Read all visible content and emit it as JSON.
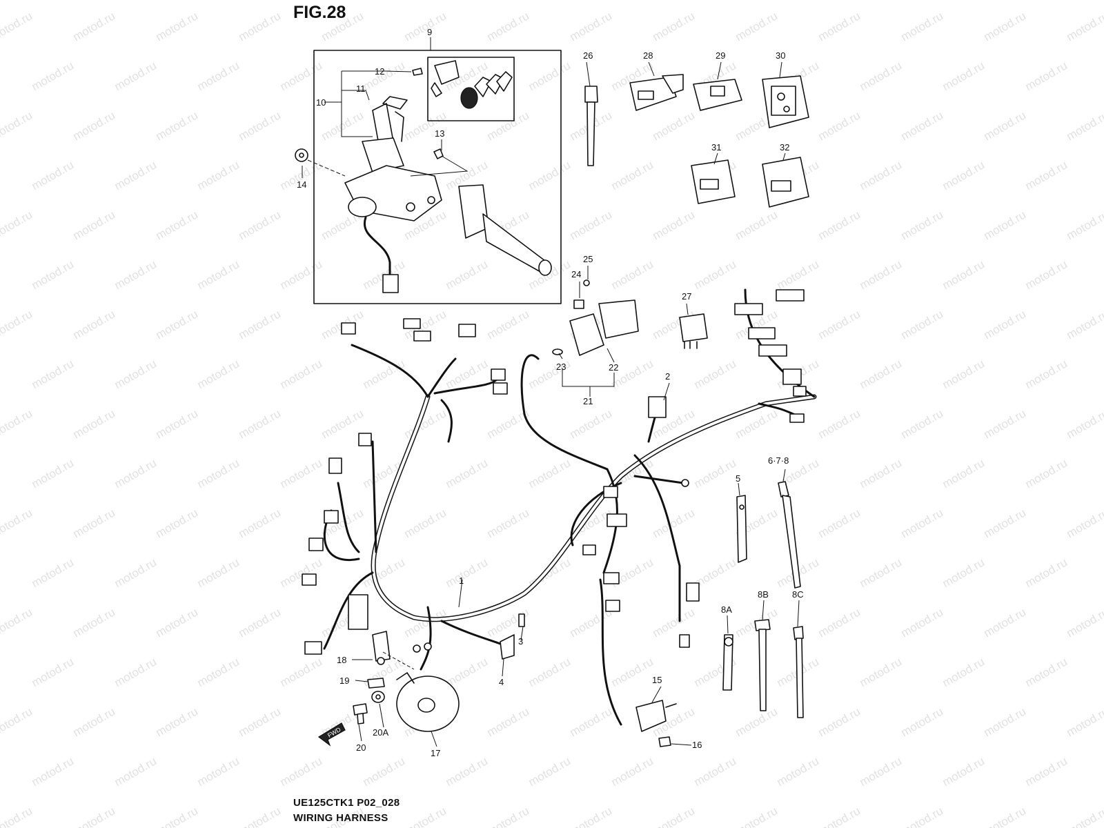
{
  "figure": {
    "title": "FIG.28",
    "code": "UE125CTK1 P02_028",
    "caption": "WIRING HARNESS",
    "watermark": "motod.ru",
    "fwd_label": "FWD"
  },
  "callouts": {
    "c1": "1",
    "c2": "2",
    "c3": "3",
    "c4": "4",
    "c5": "5",
    "c678": "6·7·8",
    "c8A": "8A",
    "c8B": "8B",
    "c8C": "8C",
    "c9": "9",
    "c10": "10",
    "c11": "11",
    "c12": "12",
    "c13": "13",
    "c14": "14",
    "c15": "15",
    "c16": "16",
    "c17": "17",
    "c18": "18",
    "c19": "19",
    "c20": "20",
    "c20A": "20A",
    "c21": "21",
    "c22": "22",
    "c23": "23",
    "c24": "24",
    "c25": "25",
    "c26": "26",
    "c27": "27",
    "c28": "28",
    "c29": "29",
    "c30": "30",
    "c31": "31",
    "c32": "32"
  }
}
